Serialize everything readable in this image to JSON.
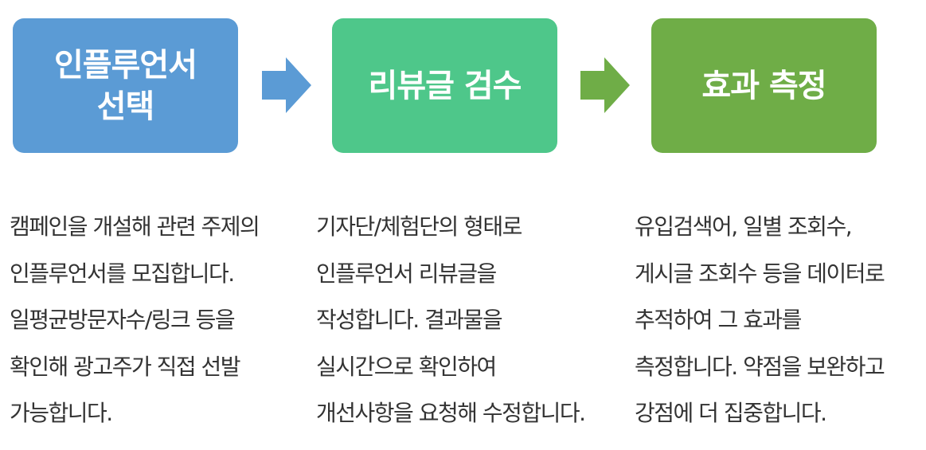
{
  "steps": [
    {
      "title": "인플루언서\n선택",
      "color": "#5b9bd5",
      "lines": [
        "캠페인을 개설해 관련 주제의",
        "인플루언서를 모집합니다.",
        "일평균방문자수/링크 등을",
        "확인해 광고주가 직접 선발",
        "가능합니다."
      ]
    },
    {
      "title": "리뷰글 검수",
      "color": "#4ec78a",
      "lines": [
        "기자단/체험단의 형태로",
        "인플루언서 리뷰글을",
        "작성합니다. 결과물을",
        "실시간으로 확인하여",
        "개선사항을 요청해 수정합니다."
      ]
    },
    {
      "title": "효과 측정",
      "color": "#6fad47",
      "lines": [
        "유입검색어, 일별 조회수,",
        "게시글 조회수 등을 데이터로",
        "추적하여 그 효과를",
        "측정합니다. 약점을 보완하고",
        "강점에 더 집중합니다."
      ]
    }
  ],
  "arrow_colors": [
    "#5b9bd5",
    "#6fad47"
  ]
}
